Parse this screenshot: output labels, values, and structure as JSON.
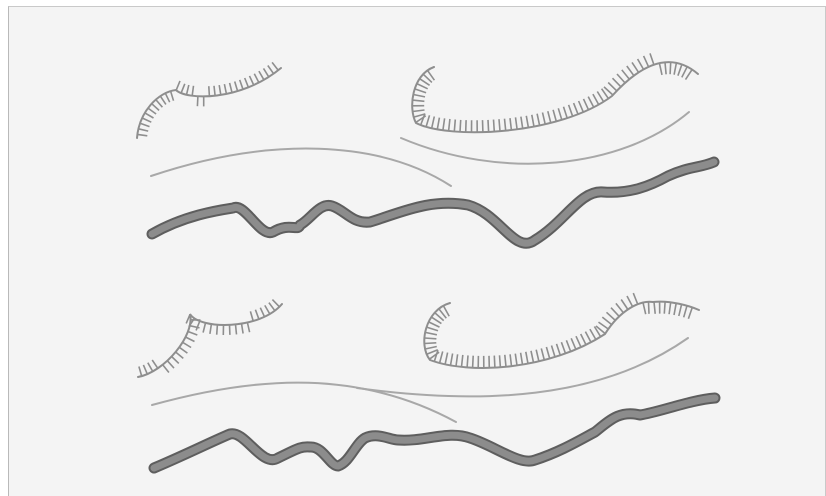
{
  "figure": {
    "background": "#f4f4f4",
    "frame_color": "#c4c4c4",
    "colors": {
      "thick_strand_fill": "#8c8c8c",
      "thick_strand_outline": "#5e5e5e",
      "thin_strand": "#a8a8a8",
      "hairpin_loop": "#8e8e8e",
      "ticks": "#8e8e8e"
    },
    "panels": [
      {
        "name": "top-panel",
        "elements": [
          "hairpin-loop",
          "hairpin-loop",
          "thin-strand",
          "thin-strand",
          "thick-strand"
        ]
      },
      {
        "name": "bottom-panel",
        "elements": [
          "hairpin-loop",
          "hairpin-loop",
          "thin-strand",
          "thin-strand",
          "thick-strand"
        ]
      }
    ]
  }
}
